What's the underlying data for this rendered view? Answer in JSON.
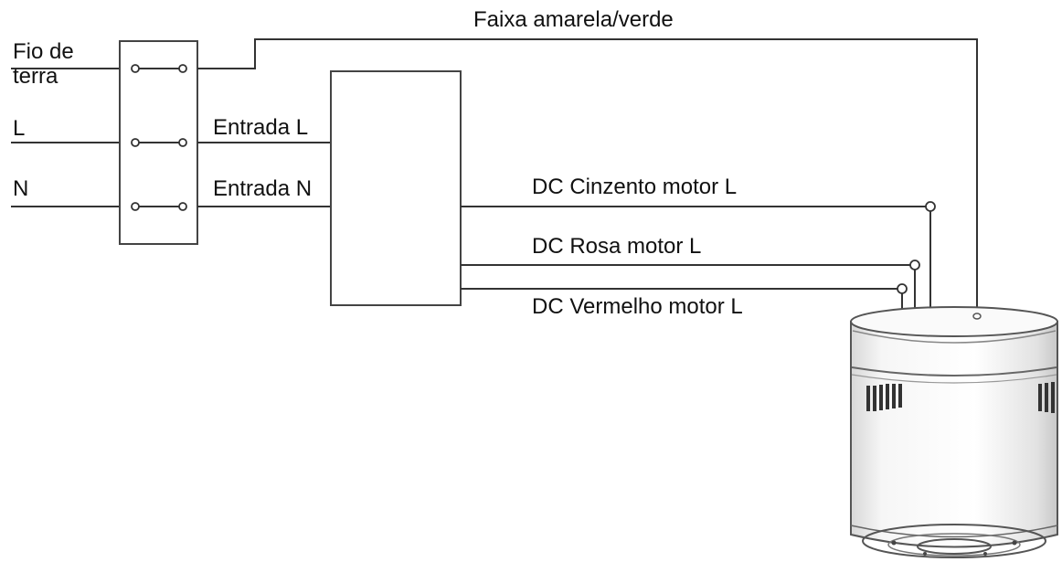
{
  "labels": {
    "earth_wire_line1": "Fio de",
    "earth_wire_line2": "terra",
    "live": "L",
    "neutral": "N",
    "input_live": "Entrada L",
    "input_neutral": "Entrada N",
    "ground_band": "Faixa amarela/verde",
    "dc_grey": "DC Cinzento motor L",
    "dc_pink": "DC Rosa motor L",
    "dc_red": "DC Vermelho motor L"
  }
}
